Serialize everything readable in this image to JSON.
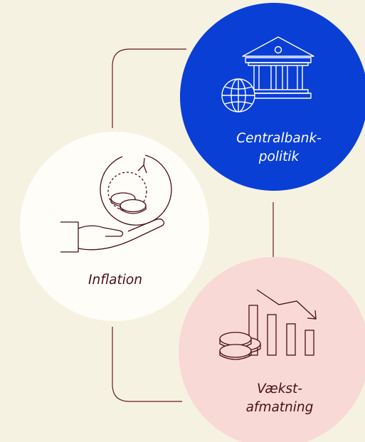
{
  "background": "#f6f2e2",
  "colors": {
    "central_bank_fill": "#0a3fd6",
    "inflation_fill": "#fffdf8",
    "growth_fill": "#f8d9d6",
    "line": "#6b1a24",
    "dark_text": "#4a0e18",
    "light_text": "#ffffff"
  },
  "nodes": {
    "central_bank": {
      "label_line1": "Centralbank-",
      "label_line2": "politik",
      "icons": [
        "bank-building-icon",
        "globe-icon"
      ]
    },
    "inflation": {
      "label": "Inflation",
      "icons": [
        "hand-icon",
        "coins-icon",
        "cycle-arrow-icon"
      ]
    },
    "growth_slowdown": {
      "label_line1": "Vækst-",
      "label_line2": "afmatning",
      "icons": [
        "coin-stack-icon",
        "declining-bars-icon",
        "down-trend-arrow-icon"
      ]
    }
  }
}
